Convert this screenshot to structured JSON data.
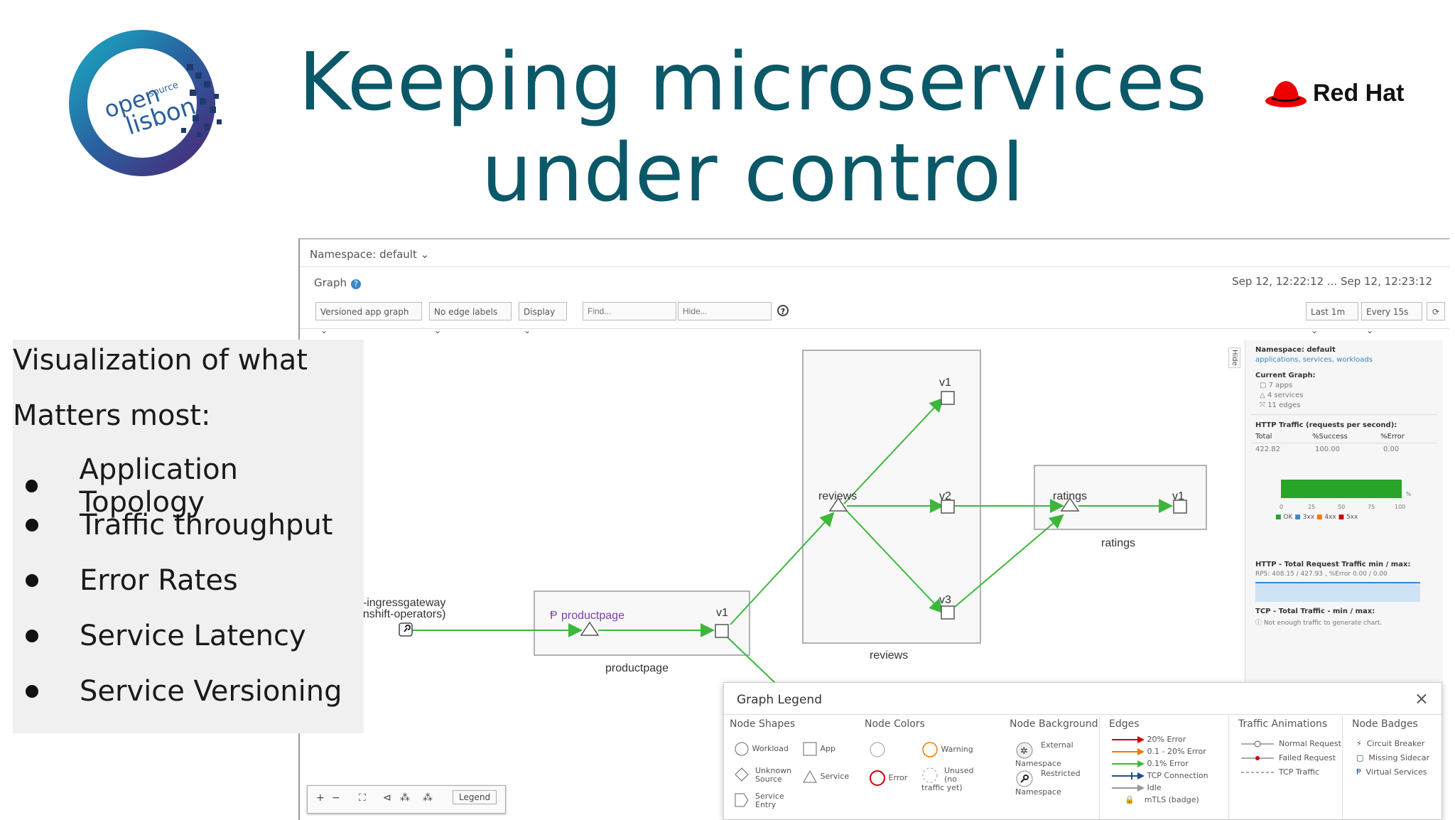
{
  "slide": {
    "title_line1": "Keeping microservices",
    "title_line2": "under control",
    "conference_logo": {
      "line1": "open",
      "line2": "source",
      "line3": "lisbon"
    },
    "sponsor_logo": "Red Hat"
  },
  "left_box": {
    "heading1": "Visualization of what",
    "heading2": "Matters most:",
    "items": [
      "Application Topology",
      "Traffic throughput",
      "Error Rates",
      "Service Latency",
      "Service Versioning"
    ]
  },
  "kiali": {
    "namespace_selector": "Namespace: default",
    "graph_label": "Graph",
    "time_range": "Sep 12, 12:22:12 ... Sep 12, 12:23:12",
    "toolbar": {
      "graph_type": "Versioned app graph",
      "edge_labels": "No edge labels",
      "display": "Display",
      "find_placeholder": "Find...",
      "hide_placeholder": "Hide...",
      "duration": "Last 1m",
      "refresh": "Every 15s"
    },
    "graph": {
      "ingress_label_1": "o-ingressgateway",
      "ingress_label_2": "enshift-operators)",
      "productpage_node": "productpage",
      "productpage_box": "productpage",
      "reviews_node": "reviews",
      "reviews_box": "reviews",
      "ratings_node": "ratings",
      "ratings_box": "ratings",
      "v1": "v1",
      "v2": "v2",
      "v3": "v3",
      "edge_color": "#3cb73c"
    },
    "side_panel": {
      "hide": "Hide",
      "namespace": "Namespace: default",
      "links": "applications, services, workloads",
      "current_graph": "Current Graph:",
      "apps": "7 apps",
      "services": "4 services",
      "edges": "11 edges",
      "http_traffic": "HTTP Traffic (requests per second):",
      "col_total": "Total",
      "col_success": "%Success",
      "col_error": "%Error",
      "val_total": "422.82",
      "val_success": "100.00",
      "val_error": "0.00",
      "success_fraction": 1.0,
      "axis_ticks": [
        "0",
        "25",
        "50",
        "75",
        "100"
      ],
      "axis_pct": "%",
      "legend_ok": "OK",
      "legend_3xx": "3xx",
      "legend_4xx": "4xx",
      "legend_5xx": "5xx",
      "http_total": "HTTP - Total Request Traffic min / max:",
      "rps": "RPS: 408.15 / 427.93 , %Error 0.00 / 0.00",
      "tcp_total": "TCP - Total Traffic - min / max:",
      "tcp_note": "Not enough traffic to generate chart."
    },
    "zoom_toolbar": {
      "plus": "+",
      "minus": "−",
      "legend": "Legend"
    },
    "legend": {
      "title": "Graph Legend",
      "close": "×",
      "node_shapes": "Node Shapes",
      "workload": "Workload",
      "app": "App",
      "unknown_source_1": "Unknown",
      "unknown_source_2": "Source",
      "service": "Service",
      "service_entry_1": "Service",
      "service_entry_2": "Entry",
      "node_colors": "Node Colors",
      "warning": "Warning",
      "error": "Error",
      "unused_1": "Unused",
      "unused_2": "(no traffic yet)",
      "node_background": "Node Background",
      "external_ns_1": "External",
      "external_ns_2": "Namespace",
      "restricted_ns_1": "Restricted",
      "restricted_ns_2": "Namespace",
      "edges": "Edges",
      "e20": "20% Error",
      "e0120": "0.1 - 20% Error",
      "e01": "0.1% Error",
      "etcp": "TCP Connection",
      "eidle": "Idle",
      "emtls": "mTLS (badge)",
      "traffic_animations": "Traffic Animations",
      "normal_request": "Normal Request",
      "failed_request": "Failed Request",
      "tcp_traffic": "TCP Traffic",
      "node_badges": "Node Badges",
      "circuit_breaker": "Circuit Breaker",
      "missing_sidecar": "Missing Sidecar",
      "virtual_services": "Virtual Services"
    }
  },
  "colors": {
    "title": "#0b5868",
    "edge_green": "#3cb73c",
    "link_blue": "#3a87c8",
    "error_red": "#cc0000",
    "warning_orange": "#ec7a08"
  }
}
